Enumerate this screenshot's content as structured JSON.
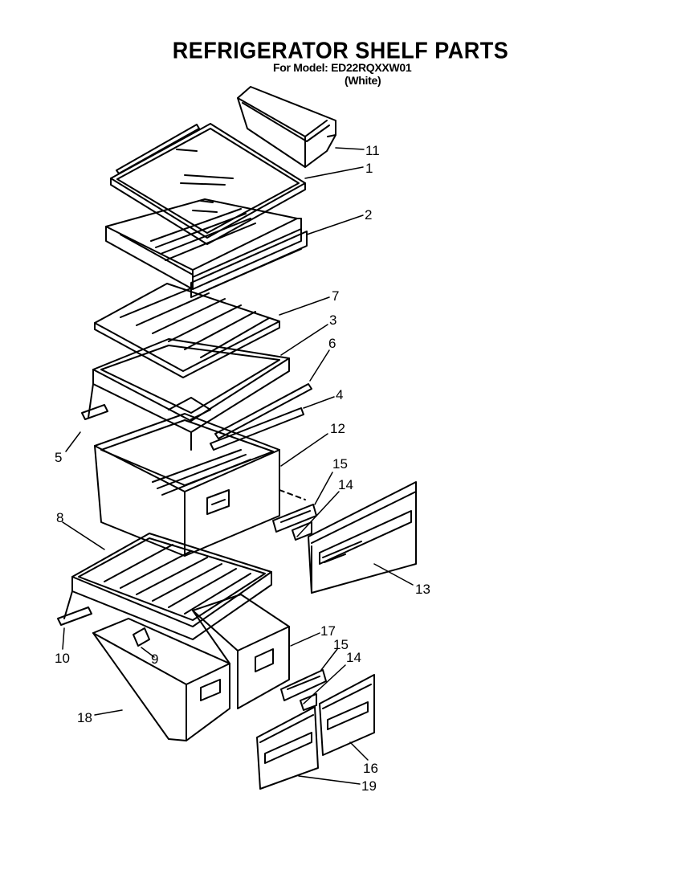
{
  "title": "REFRIGERATOR SHELF PARTS",
  "model_line": "For Model: ED22RQXXW01",
  "color_line": "(White)",
  "callouts": [
    "11",
    "1",
    "2",
    "7",
    "3",
    "6",
    "4",
    "5",
    "12",
    "15",
    "14",
    "8",
    "13",
    "10",
    "9",
    "17",
    "15",
    "14",
    "18",
    "16",
    "19"
  ]
}
